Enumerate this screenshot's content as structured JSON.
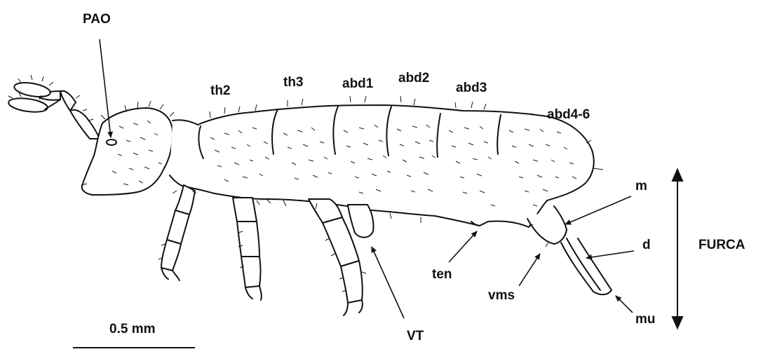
{
  "figure": {
    "labels": {
      "pao": "PAO",
      "th2": "th2",
      "th3": "th3",
      "abd1": "abd1",
      "abd2": "abd2",
      "abd3": "abd3",
      "abd4_6": "abd4-6",
      "m": "m",
      "d": "d",
      "mu": "mu",
      "furca": "FURCA",
      "ten": "ten",
      "vms": "vms",
      "vt": "VT",
      "scale": "0.5 mm"
    },
    "colors": {
      "ink": "#111111",
      "background": "#ffffff"
    }
  }
}
